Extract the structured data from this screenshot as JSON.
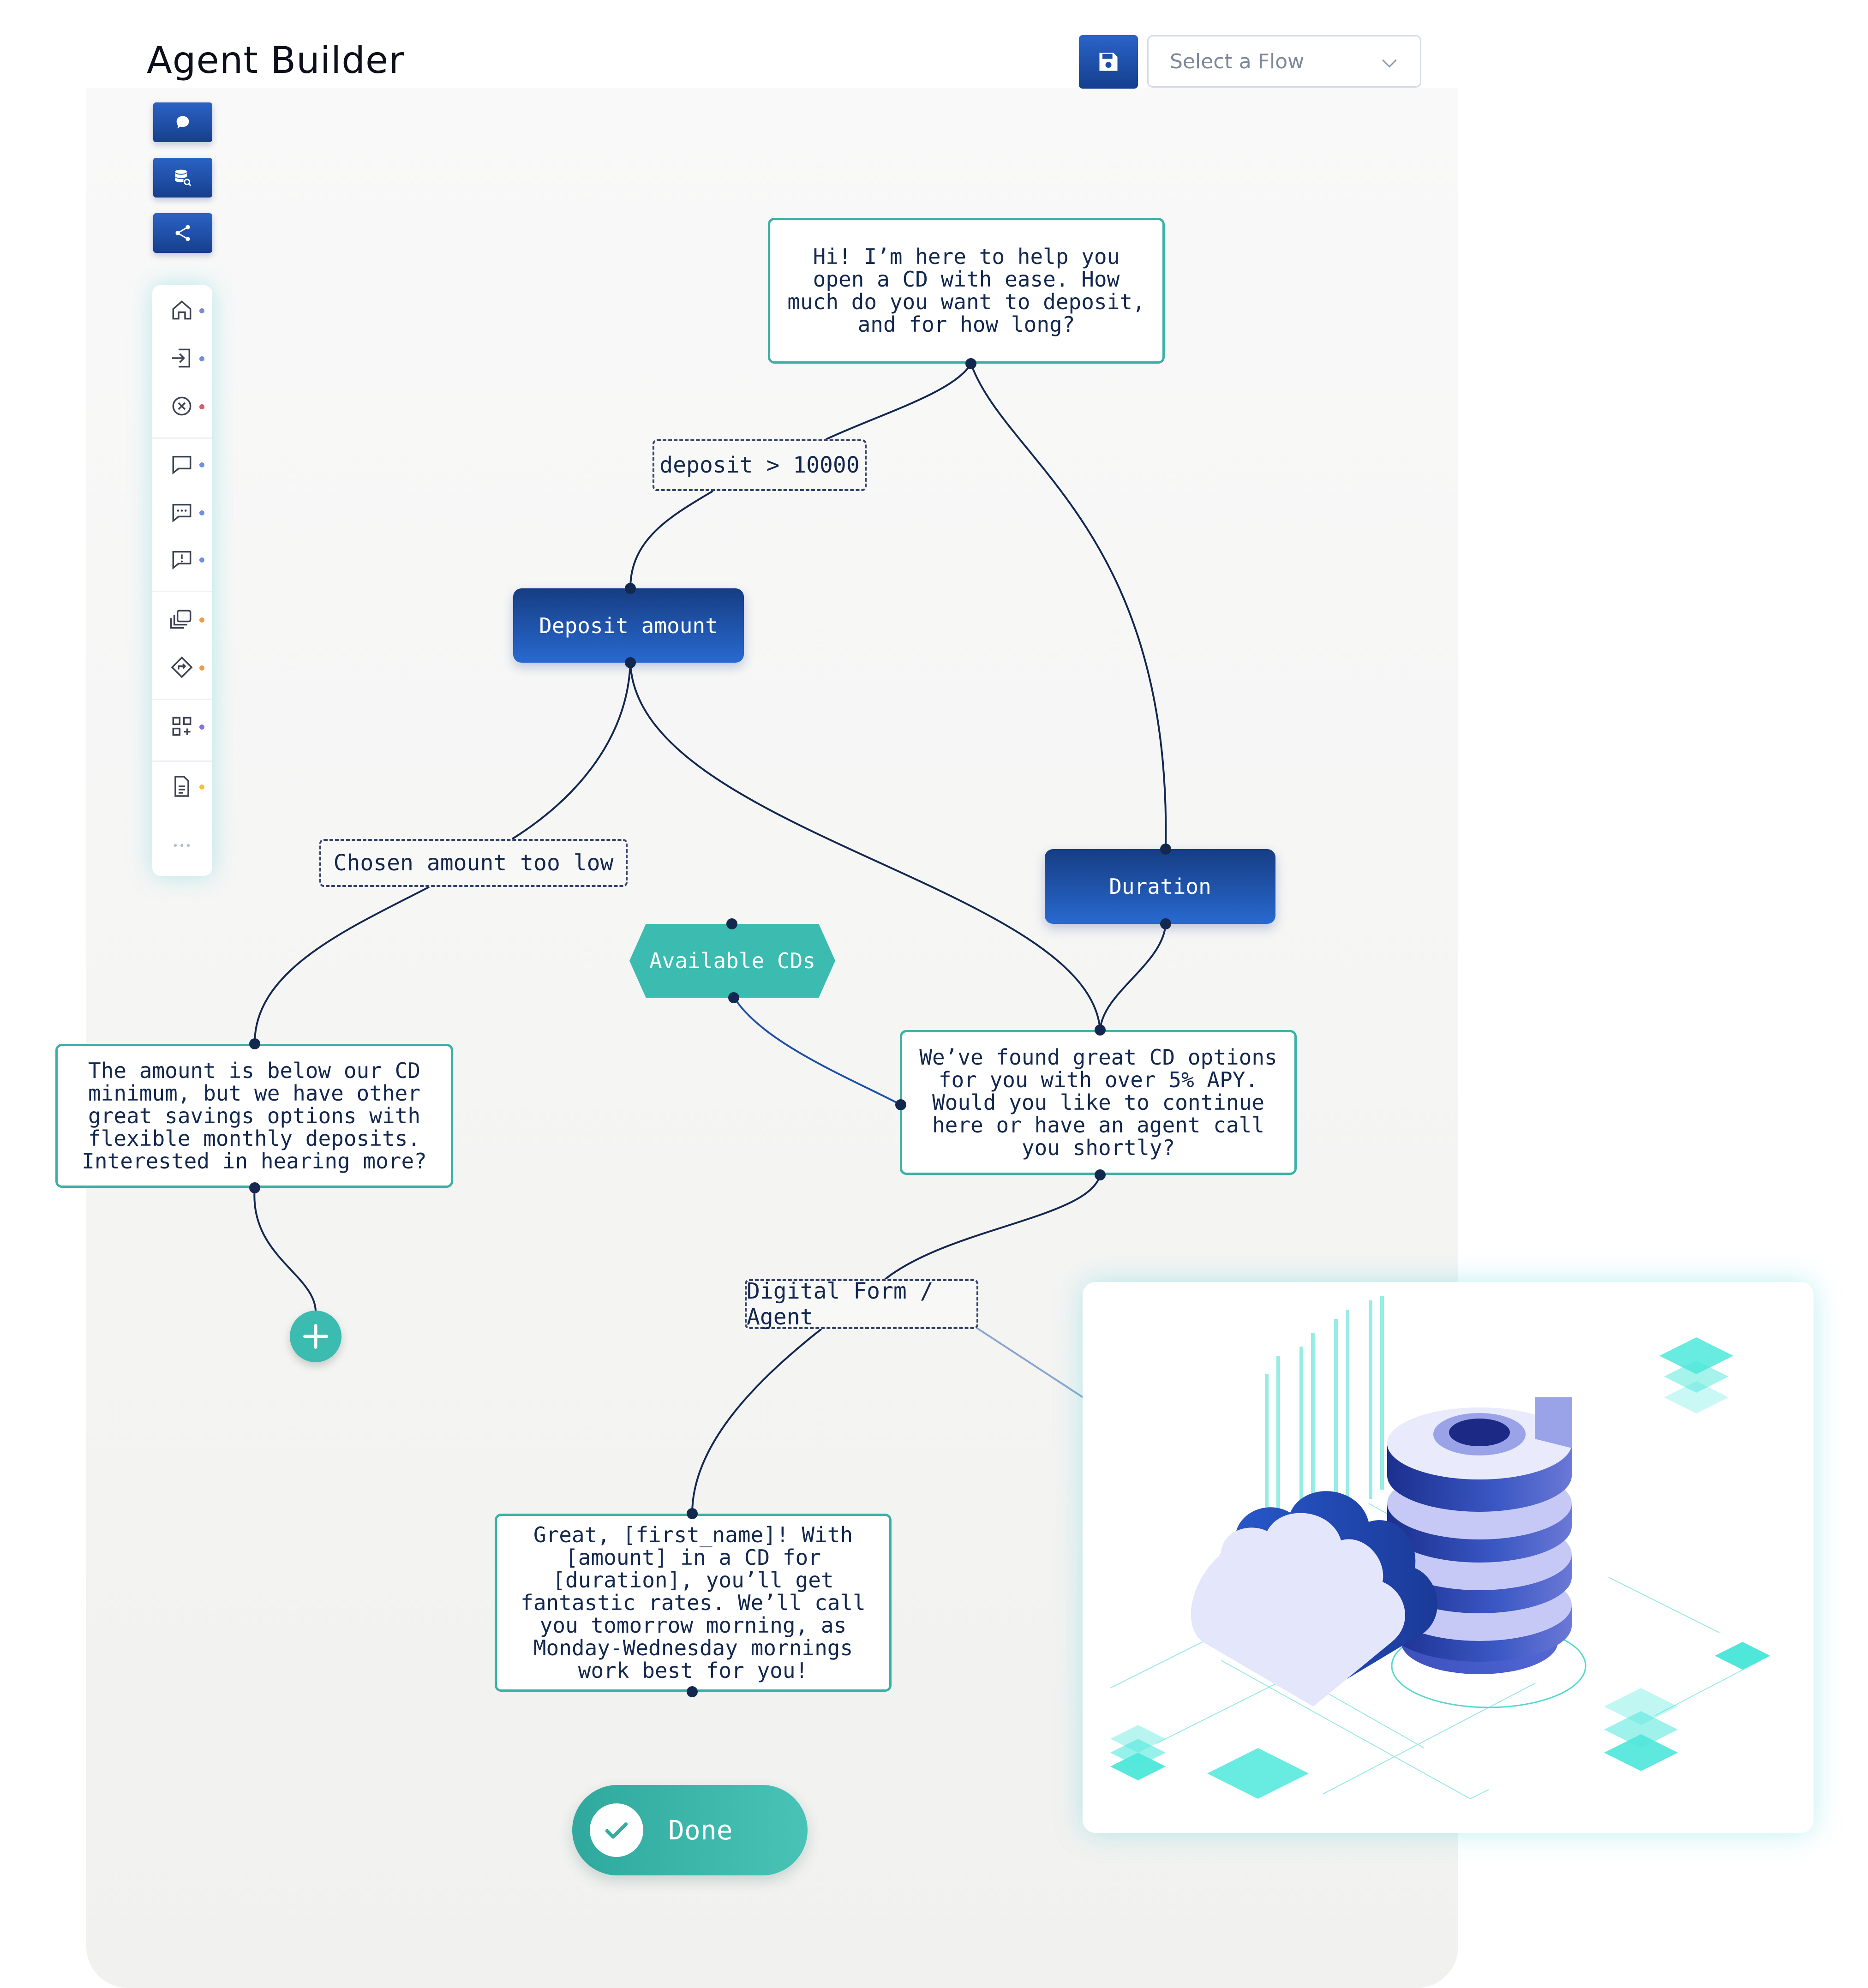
{
  "header": {
    "title": "Agent Builder",
    "flow_select_placeholder": "Select a Flow"
  },
  "toolbar": {
    "buttons": [
      {
        "icon": "chat-bubble-icon"
      },
      {
        "icon": "database-search-icon"
      },
      {
        "icon": "share-nodes-icon"
      }
    ]
  },
  "palette": {
    "items": [
      {
        "icon": "home-icon",
        "dot_color": "#7a8ad8"
      },
      {
        "icon": "login-icon",
        "dot_color": "#6f8fe0"
      },
      {
        "icon": "close-circle-icon",
        "dot_color": "#e0566a"
      },
      {
        "icon": "message-icon",
        "dot_color": "#6f8fe0"
      },
      {
        "icon": "message-dots-icon",
        "dot_color": "#6f8fe0"
      },
      {
        "icon": "message-alert-icon",
        "dot_color": "#6f8fe0"
      },
      {
        "icon": "gallery-icon",
        "dot_color": "#f09a4a"
      },
      {
        "icon": "direction-icon",
        "dot_color": "#f09a4a"
      },
      {
        "icon": "grid-add-icon",
        "dot_color": "#8a6fe0"
      },
      {
        "icon": "document-icon",
        "dot_color": "#f2c13a"
      },
      {
        "icon": "more-icon",
        "dot_color": ""
      }
    ]
  },
  "flow": {
    "greeting": "Hi! I’m here to help you open a CD with ease. How much do you want to deposit, and for how long?",
    "cond_deposit": "deposit > 10000",
    "deposit_amount": "Deposit amount",
    "cond_too_low": "Chosen amount too low",
    "duration": "Duration",
    "available_cds": "Available CDs",
    "below_minimum": "The amount is below our CD minimum, but we have other great savings options with flexible monthly deposits. Interested in hearing more?",
    "found_options": "We’ve found great CD options for you with over 5% APY. Would you like to continue here or have an agent call you shortly?",
    "cond_digital": "Digital Form / Agent",
    "confirmation": "Great, [first_name]! With [amount] in a CD for [duration], you’ll get fantastic rates. We’ll call you tomorrow morning, as Monday-Wednesday mornings work best for you!"
  },
  "actions": {
    "done_label": "Done",
    "add_icon": "plus-icon"
  },
  "colors": {
    "primary_blue": "#1e4fa8",
    "teal": "#3cbbb0",
    "edge": "#13284f"
  }
}
